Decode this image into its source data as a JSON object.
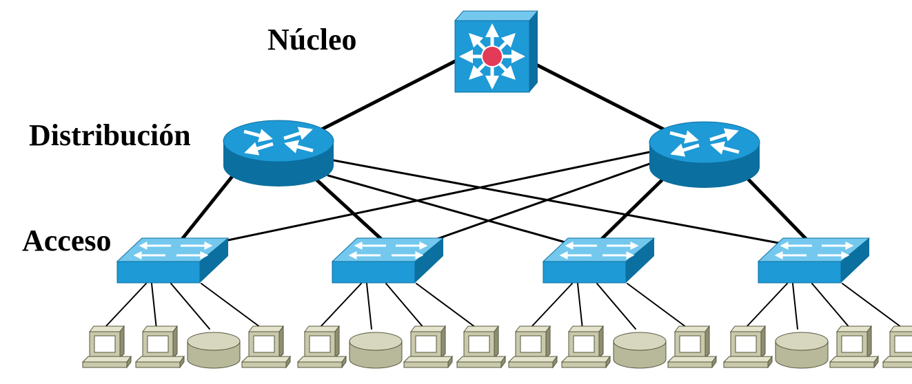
{
  "layers": {
    "core": "Núcleo",
    "distribution": "Distribución",
    "access": "Acceso"
  },
  "colors": {
    "device_front": "#1e9ad6",
    "device_top": "#74c8ee",
    "device_side": "#0b6f9f",
    "core_center": "#e23a57",
    "arrow": "#ffffff",
    "pc_body": "#c9c9ab",
    "pc_dark": "#8e8e70",
    "disk_body": "#b8b89a",
    "link": "#000000"
  },
  "devices": {
    "core": [
      {
        "id": "core-1",
        "icon": "multilayer-switch-icon"
      }
    ],
    "distribution": [
      {
        "id": "dist-1",
        "icon": "router-icon"
      },
      {
        "id": "dist-2",
        "icon": "router-icon"
      }
    ],
    "access": [
      {
        "id": "acc-1",
        "icon": "switch-icon",
        "endpoints": [
          "pc",
          "pc",
          "disk",
          "pc"
        ]
      },
      {
        "id": "acc-2",
        "icon": "switch-icon",
        "endpoints": [
          "pc",
          "disk",
          "pc",
          "pc"
        ]
      },
      {
        "id": "acc-3",
        "icon": "switch-icon",
        "endpoints": [
          "pc",
          "pc",
          "disk",
          "pc"
        ]
      },
      {
        "id": "acc-4",
        "icon": "switch-icon",
        "endpoints": [
          "pc",
          "disk",
          "pc",
          "pc"
        ]
      }
    ]
  },
  "links": [
    {
      "from": "core-1",
      "to": "dist-1",
      "kind": "up"
    },
    {
      "from": "core-1",
      "to": "dist-2",
      "kind": "up"
    },
    {
      "from": "dist-1",
      "to": "acc-1",
      "kind": "up"
    },
    {
      "from": "dist-1",
      "to": "acc-2",
      "kind": "up"
    },
    {
      "from": "dist-1",
      "to": "acc-3",
      "kind": "cross"
    },
    {
      "from": "dist-1",
      "to": "acc-4",
      "kind": "cross"
    },
    {
      "from": "dist-2",
      "to": "acc-1",
      "kind": "cross"
    },
    {
      "from": "dist-2",
      "to": "acc-2",
      "kind": "cross"
    },
    {
      "from": "dist-2",
      "to": "acc-3",
      "kind": "up"
    },
    {
      "from": "dist-2",
      "to": "acc-4",
      "kind": "up"
    }
  ]
}
